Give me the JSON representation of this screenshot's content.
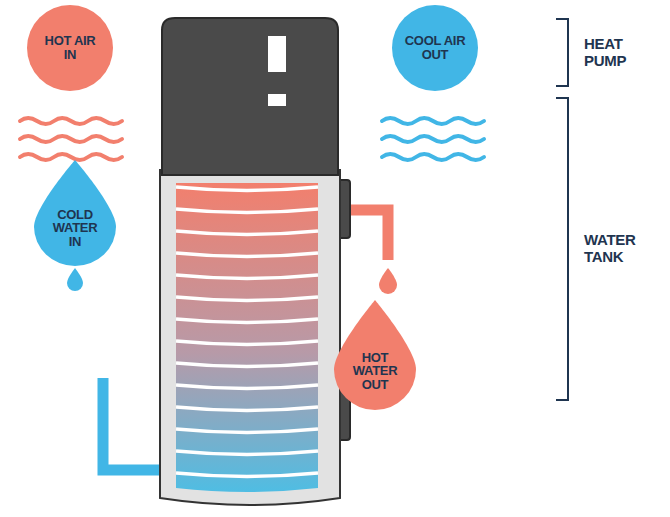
{
  "diagram": {
    "nodes": [
      {
        "text": [
          "HOT AIR IN"
        ]
      },
      {
        "text": [
          "COOL AIR OUT"
        ]
      },
      {
        "text": [
          "COLD WATER IN"
        ]
      },
      {
        "text": [
          "HOT WATER OUT"
        ]
      }
    ],
    "labels": [
      "HEAT PUMP",
      "WATER TANK"
    ]
  }
}
